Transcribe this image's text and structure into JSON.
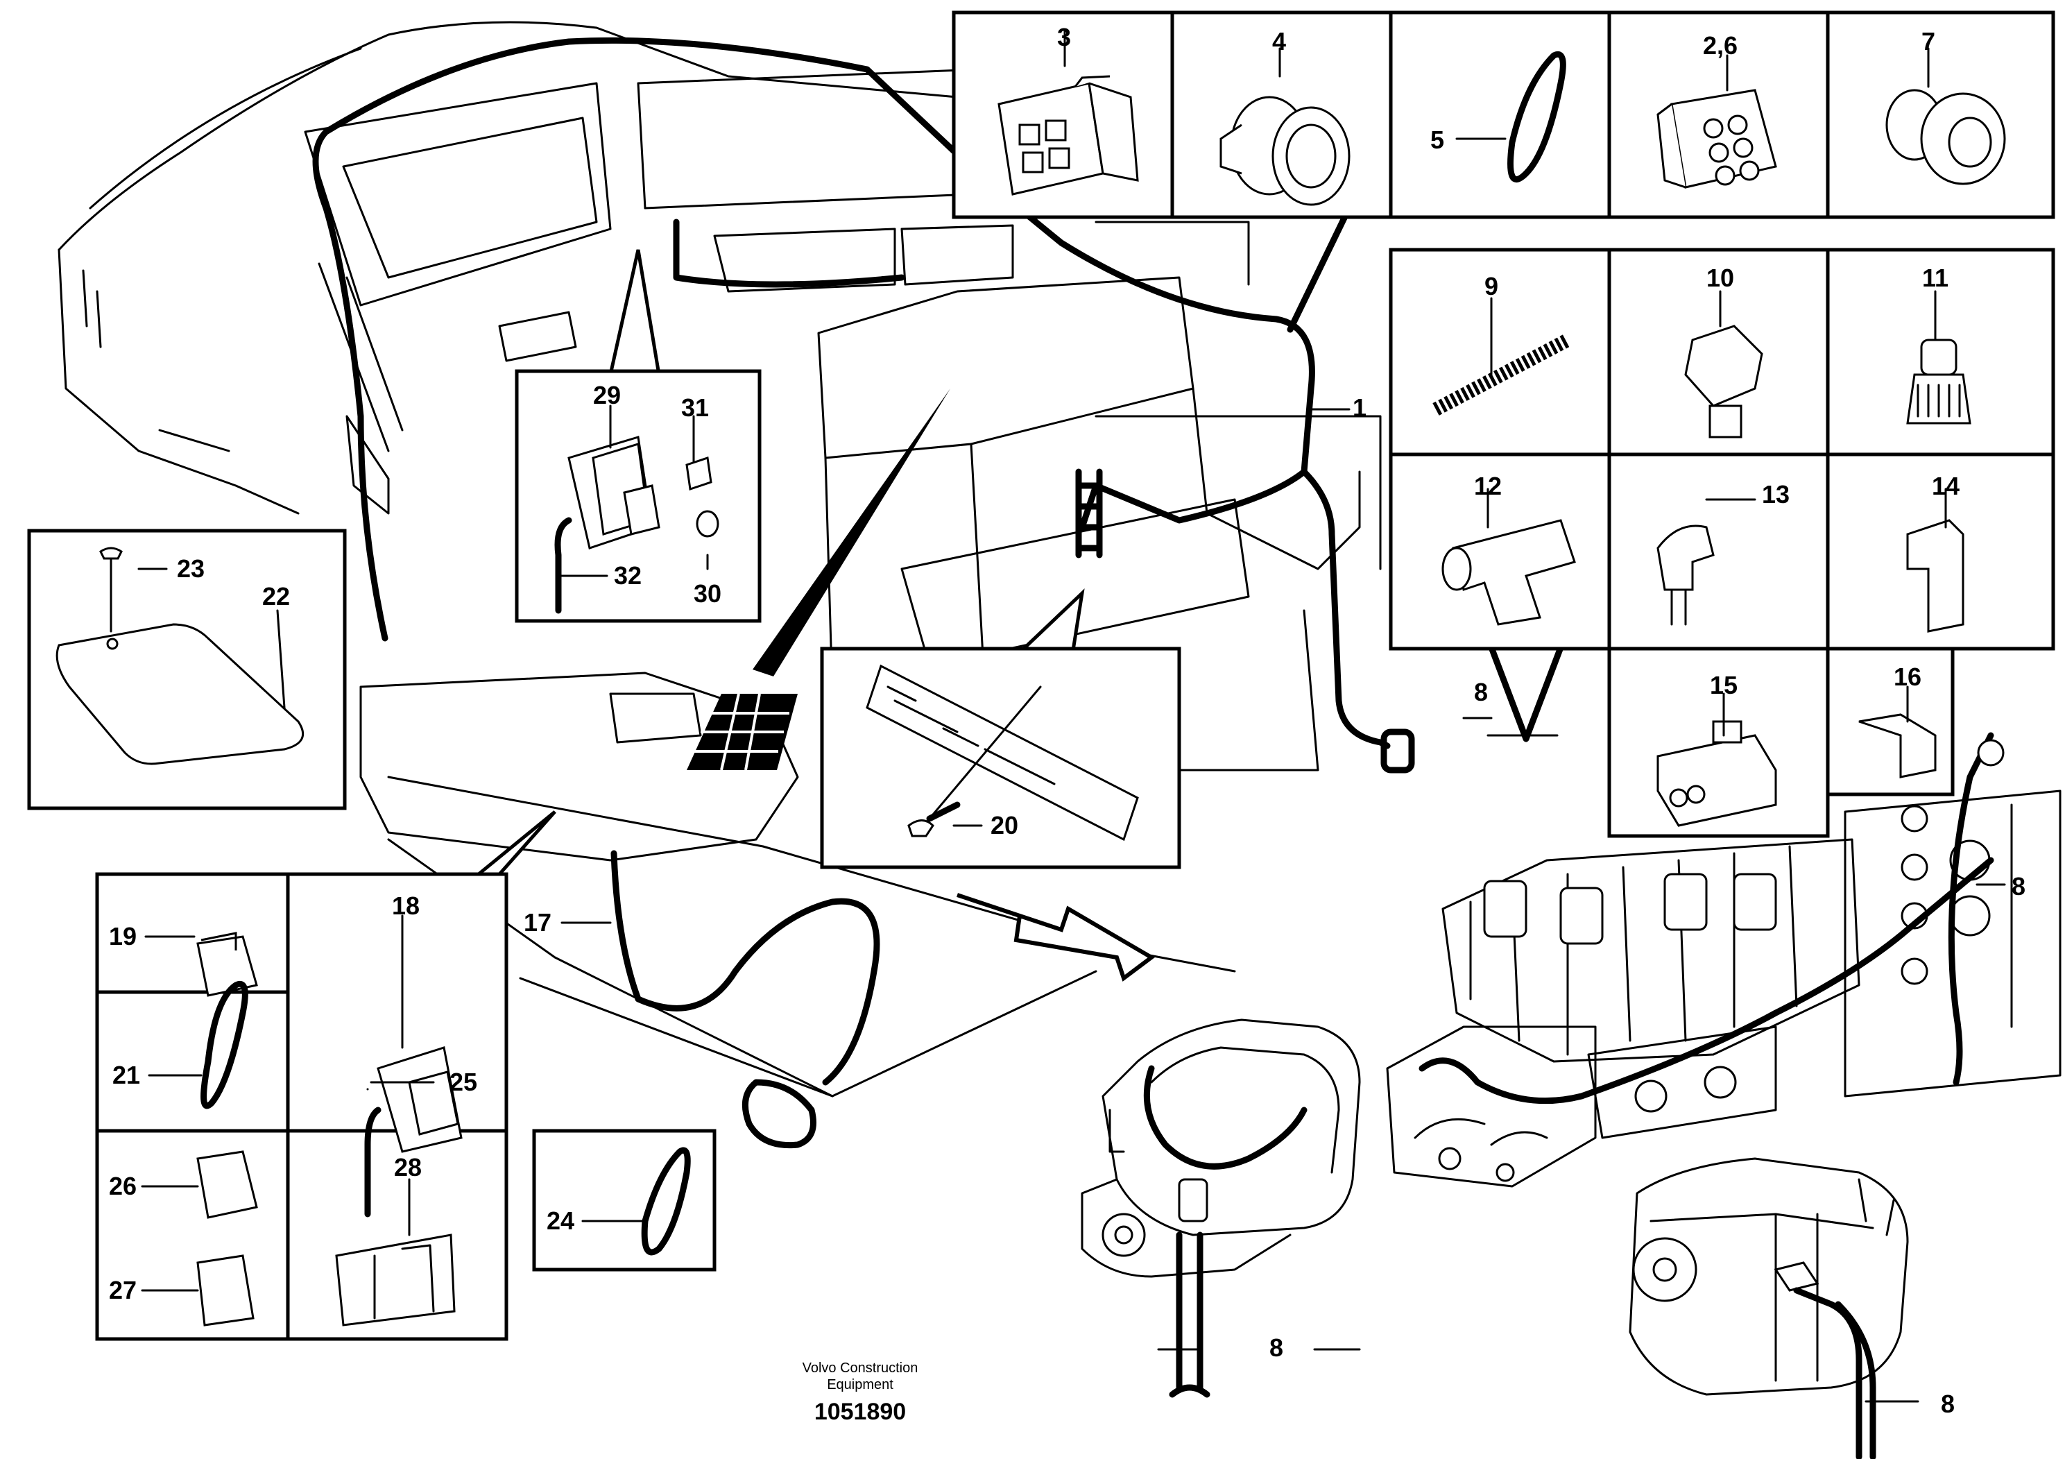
{
  "labels": {
    "p1": "1",
    "p3": "3",
    "p4": "4",
    "p5": "5",
    "p2_6": "2,6",
    "p7": "7",
    "p8": "8",
    "p9": "9",
    "p10": "10",
    "p11": "11",
    "p12": "12",
    "p13": "13",
    "p14": "14",
    "p15": "15",
    "p16": "16",
    "p17": "17",
    "p18": "18",
    "p19": "19",
    "p20": "20",
    "p21": "21",
    "p22": "22",
    "p23": "23",
    "p24": "24",
    "p25": "25",
    "p26": "26",
    "p27": "27",
    "p28": "28",
    "p29": "29",
    "p30": "30",
    "p31": "31",
    "p32": "32"
  },
  "footer": {
    "company_line1": "Volvo Construction",
    "company_line2": "Equipment",
    "drawing_number": "1051890"
  }
}
